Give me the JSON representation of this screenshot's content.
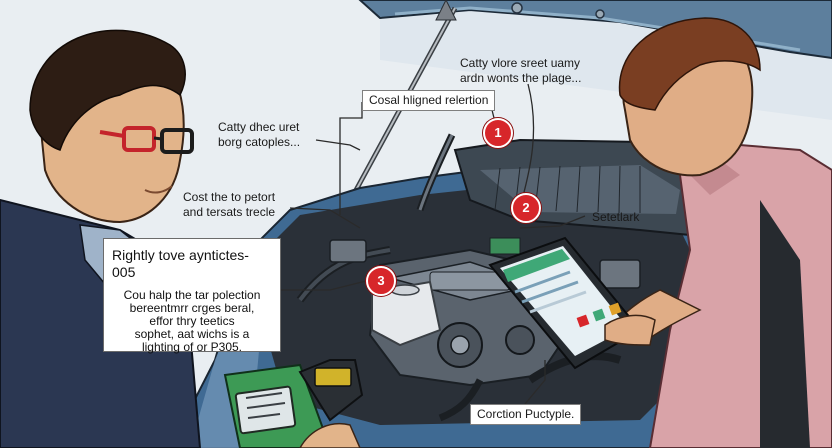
{
  "callouts": {
    "top_right": "Catty vlore sreet uamy\nardn wonts the plage...",
    "center_header": "Cosal hligned relertion",
    "left_upper": "Catty dhec uret\nborg catoples...",
    "left_lower": "Cost the to petort\nand tersats trecle",
    "right_mid": "Setetlark",
    "bottom_center": "Corction Puctyple."
  },
  "info_box": {
    "title": "Rightly tove ayntictes-005",
    "body": "Cou halp the tar polection\nbereentmrr crges beral,\neffor thry teetics\nsophet, aat wichs is a\nlighting of or P305."
  },
  "markers": [
    "1",
    "2",
    "3"
  ],
  "colors": {
    "marker_red": "#d7262a",
    "hood_blue": "#5d7f9d",
    "body_blue": "#3f6a93",
    "mechanic_shirt": "#d9a3a8",
    "glasses_red": "#c4242b"
  },
  "icons": [
    "obd-scanner-icon",
    "diagnostic-tablet-icon"
  ]
}
